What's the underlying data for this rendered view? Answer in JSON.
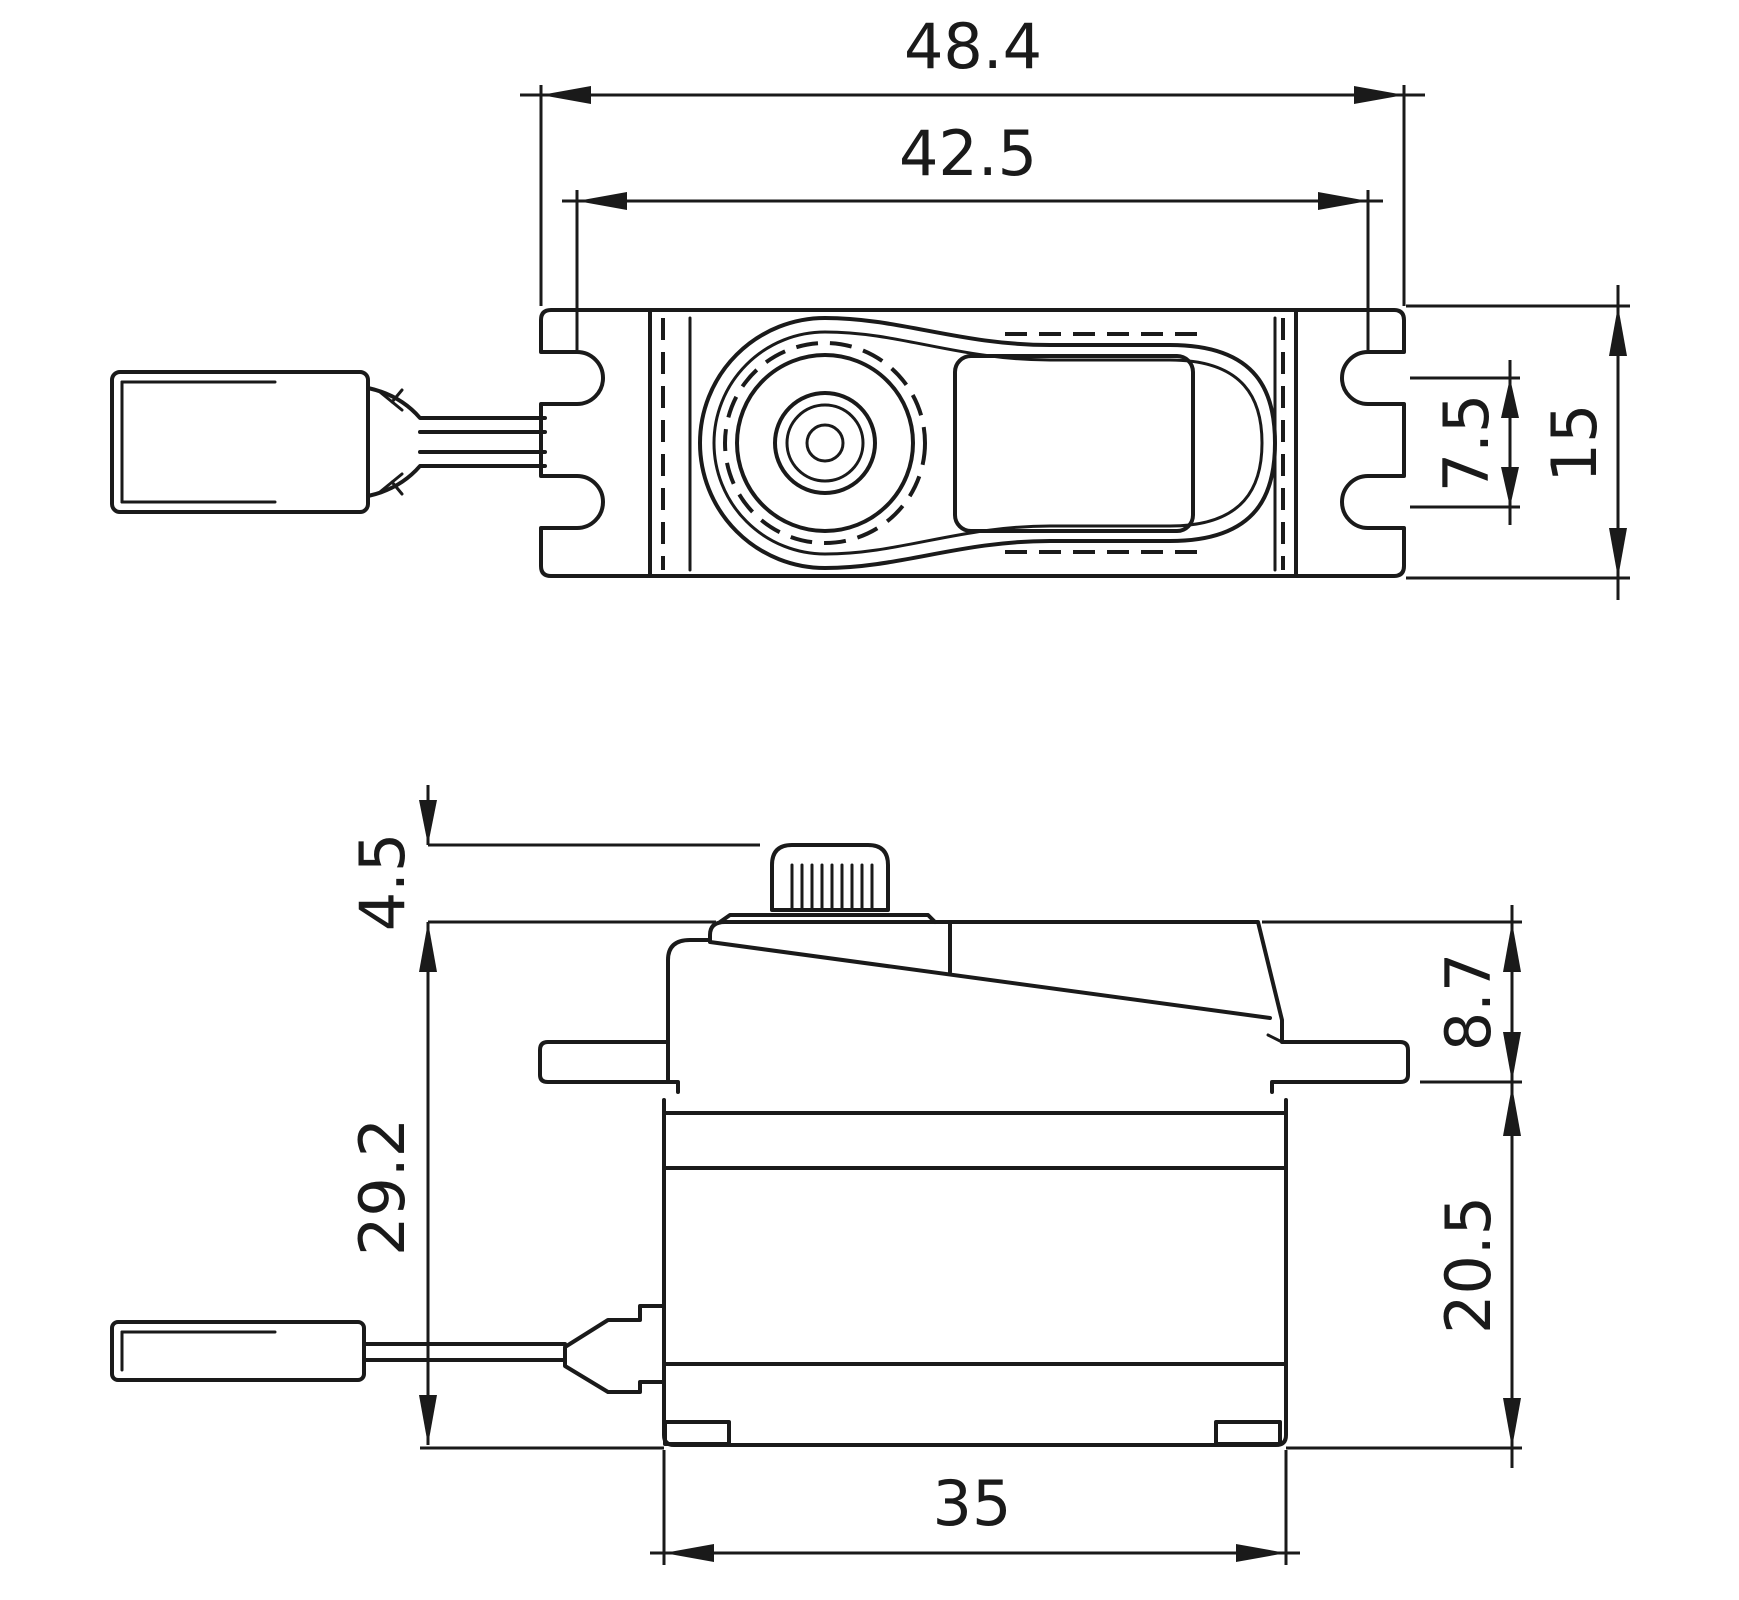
{
  "top_view": {
    "dimensions": {
      "overall_length": "48.4",
      "mounting_hole_spacing": "42.5",
      "tab_slot_spacing": "7.5",
      "width": "15"
    }
  },
  "side_view": {
    "dimensions": {
      "spline_height": "4.5",
      "total_height": "29.2",
      "upper_case_height": "8.7",
      "lower_case_height": "20.5",
      "body_length": "35"
    }
  },
  "colors": {
    "line": "#1a1a1a",
    "background": "#ffffff"
  }
}
